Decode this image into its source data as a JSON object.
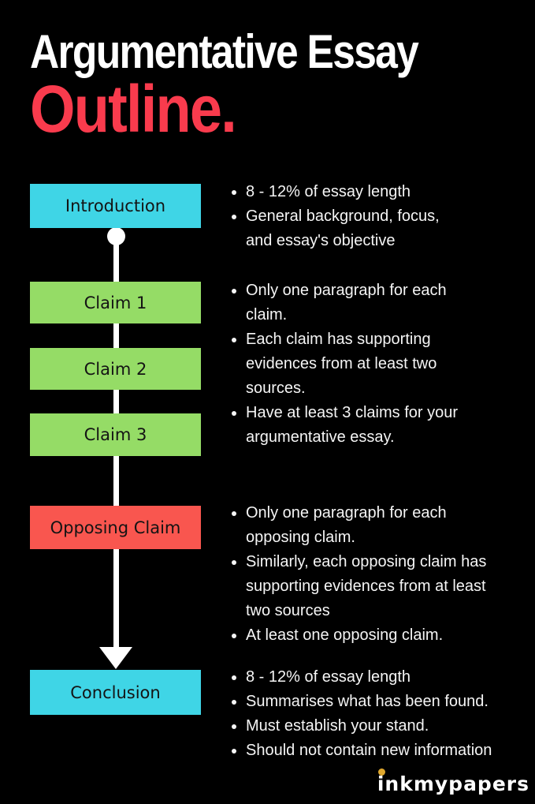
{
  "title": {
    "line1": "Argumentative Essay",
    "line2": "Outline."
  },
  "diagram": {
    "type": "flowchart",
    "nodes": [
      {
        "label": "Introduction",
        "color": "#3FD5E6"
      },
      {
        "label": "Claim 1",
        "color": "#95DC66"
      },
      {
        "label": "Claim 2",
        "color": "#95DC66"
      },
      {
        "label": "Claim 3",
        "color": "#95DC66"
      },
      {
        "label": "Opposing Claim",
        "color": "#F9564F"
      },
      {
        "label": "Conclusion",
        "color": "#3FD5E6"
      }
    ],
    "connector": "vertical line from circle below Introduction to arrowhead above Conclusion"
  },
  "notes": {
    "introduction": [
      "8 - 12% of essay length",
      "General background, focus,\nand essay's objective"
    ],
    "claims": [
      "Only one paragraph for each\nclaim.",
      "Each claim has supporting\nevidences from at least two\nsources.",
      "Have at least 3 claims for your\nargumentative essay."
    ],
    "opposing_claim": [
      "Only one paragraph for each\nopposing claim.",
      "Similarly, each opposing claim has\nsupporting evidences from at least\ntwo sources",
      "At least one opposing claim."
    ],
    "conclusion": [
      "8 - 12% of essay length",
      "Summarises what has been found.",
      "Must establish your stand.",
      "Should not contain new information"
    ]
  },
  "branding": {
    "logo": "inkmypapers"
  },
  "colors": {
    "background": "#000000",
    "title_white": "#FFFFFF",
    "title_red": "#F93B4D",
    "node_cyan": "#3FD5E6",
    "node_green": "#95DC66",
    "node_red": "#F9564F",
    "note_text": "#F5F5F5",
    "connector_white": "#FFFFFF",
    "logo_dot_gold": "#E0A82E"
  }
}
